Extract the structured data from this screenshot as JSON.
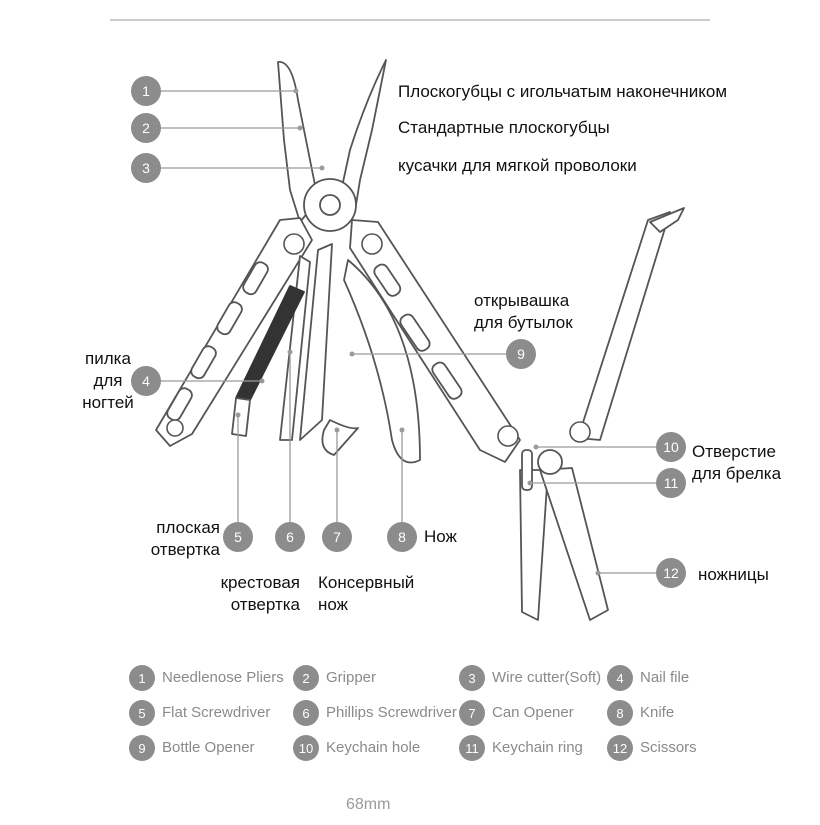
{
  "labels": {
    "l1": "Плоскогубцы с игольчатым наконечником",
    "l2": "Стандартные плоскогубцы",
    "l3": "кусачки для мягкой проволоки",
    "l4": [
      "пилка",
      "для",
      "ногтей"
    ],
    "l5": [
      "плоская",
      "отвертка"
    ],
    "l6": [
      "крестовая",
      "отвертка"
    ],
    "l7": [
      "Консервный",
      "нож"
    ],
    "l8": "Нож",
    "l9": [
      "открывашка",
      "для бутылок"
    ],
    "l10": [
      "Отверстие",
      "для брелка"
    ],
    "l12": "ножницы"
  },
  "callouts": [
    "1",
    "2",
    "3",
    "4",
    "5",
    "6",
    "7",
    "8",
    "9",
    "10",
    "11",
    "12"
  ],
  "legend": [
    {
      "num": "1",
      "text": "Needlenose Pliers"
    },
    {
      "num": "2",
      "text": "Gripper"
    },
    {
      "num": "3",
      "text": "Wire cutter(Soft)"
    },
    {
      "num": "4",
      "text": "Nail file"
    },
    {
      "num": "5",
      "text": "Flat Screwdriver"
    },
    {
      "num": "6",
      "text": "Phillips Screwdriver"
    },
    {
      "num": "7",
      "text": "Can Opener"
    },
    {
      "num": "8",
      "text": "Knife"
    },
    {
      "num": "9",
      "text": "Bottle Opener"
    },
    {
      "num": "10",
      "text": "Keychain hole"
    },
    {
      "num": "11",
      "text": "Keychain ring"
    },
    {
      "num": "12",
      "text": "Scissors"
    }
  ],
  "dimension": "68mm",
  "colors": {
    "badge": "#8c8c8c",
    "line": "#9a9a9a",
    "tool": "#6b6b6b",
    "dark": "#3a3a3a"
  }
}
